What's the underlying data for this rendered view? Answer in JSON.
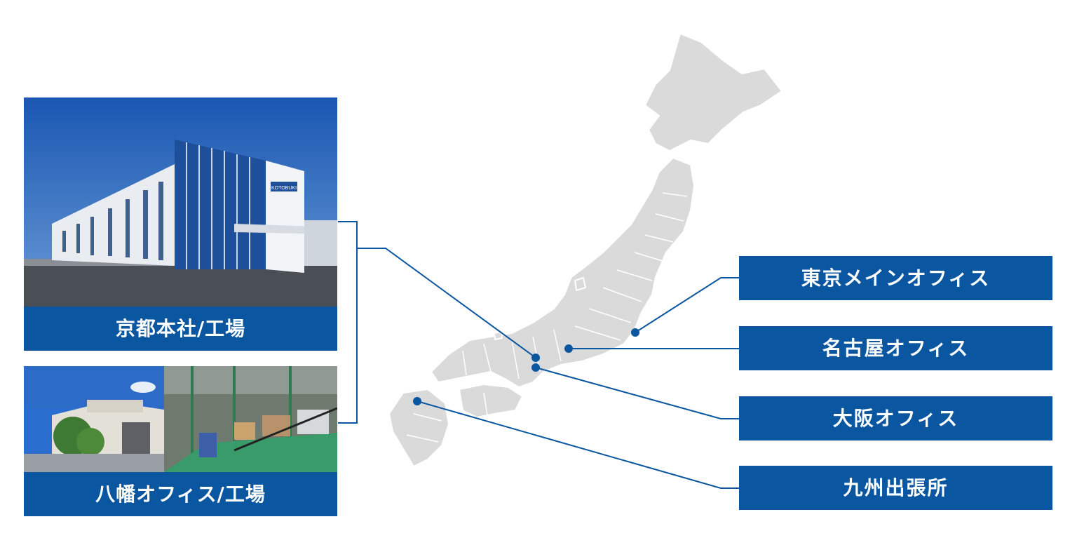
{
  "colors": {
    "accent": "#0a56a0",
    "map_fill": "#dadada",
    "map_border": "#ffffff",
    "sky": "#1f5fb8"
  },
  "headquarters": {
    "caption": "京都本社/工場",
    "building_sign": "KOTOBUKI"
  },
  "yawata": {
    "caption": "八幡オフィス/工場"
  },
  "offices": [
    {
      "label": "東京メインオフィス"
    },
    {
      "label": "名古屋オフィス"
    },
    {
      "label": "大阪オフィス"
    },
    {
      "label": "九州出張所"
    }
  ]
}
